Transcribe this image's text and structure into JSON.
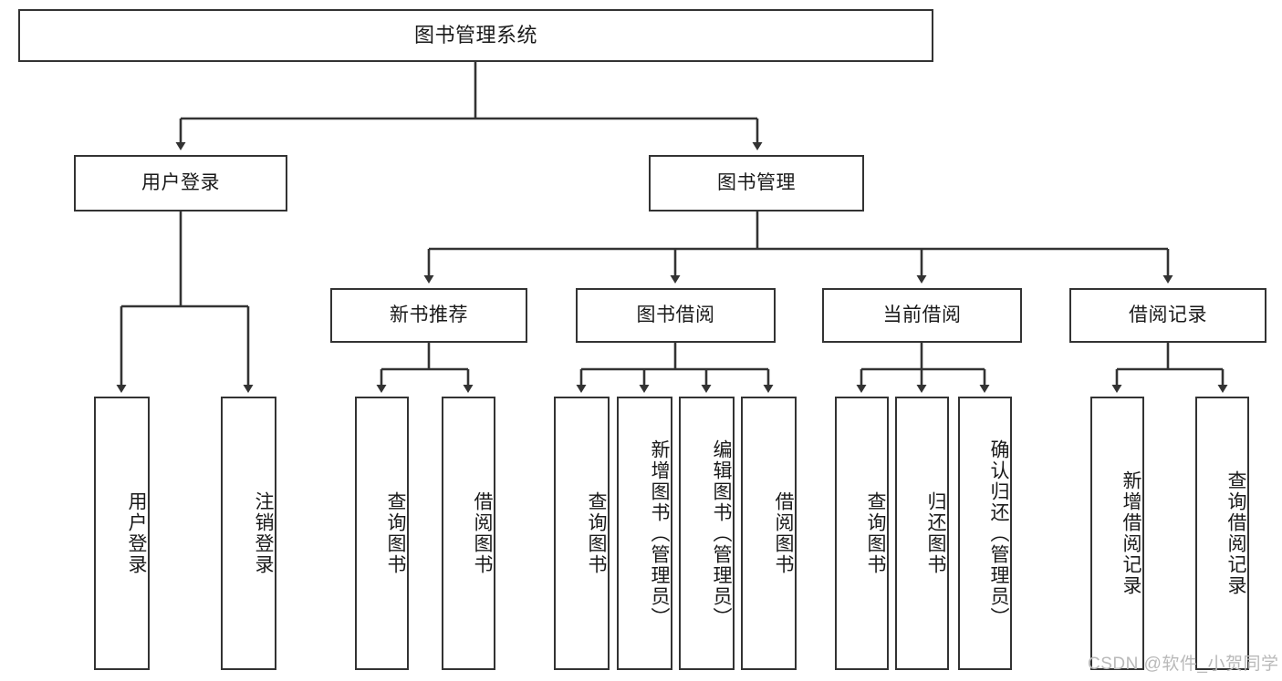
{
  "diagram": {
    "title": "图书管理系统",
    "type": "function-structure-tree",
    "stroke_color": "#333333",
    "fill_color": "#ffffff",
    "text_color": "#1a1a1a",
    "watermark": "CSDN @软件_小贺同学",
    "watermark_color": "#b9b9b9"
  },
  "nodes": {
    "root": {
      "label": "图书管理系统"
    },
    "level2": [
      {
        "id": "user-login",
        "label": "用户登录"
      },
      {
        "id": "book-management",
        "label": "图书管理"
      }
    ],
    "level3": [
      {
        "id": "new-book-recommend",
        "label": "新书推荐"
      },
      {
        "id": "book-borrow",
        "label": "图书借阅"
      },
      {
        "id": "current-borrow",
        "label": "当前借阅"
      },
      {
        "id": "borrow-record",
        "label": "借阅记录"
      }
    ],
    "leaves": {
      "user_login": [
        {
          "id": "leaf-user-login",
          "label": "用户登录"
        },
        {
          "id": "leaf-logout-login",
          "label": "注销登录"
        }
      ],
      "new_book_recommend": [
        {
          "id": "leaf-query-book-1",
          "label": "查询图书"
        },
        {
          "id": "leaf-borrow-book-1",
          "label": "借阅图书"
        }
      ],
      "book_borrow": [
        {
          "id": "leaf-query-book-2",
          "label": "查询图书"
        },
        {
          "id": "leaf-add-book",
          "label": "新增图书（管理员）"
        },
        {
          "id": "leaf-edit-book",
          "label": "编辑图书（管理员）"
        },
        {
          "id": "leaf-borrow-book-2",
          "label": "借阅图书"
        }
      ],
      "current_borrow": [
        {
          "id": "leaf-query-book-3",
          "label": "查询图书"
        },
        {
          "id": "leaf-return-book",
          "label": "归还图书"
        },
        {
          "id": "leaf-confirm-return",
          "label": "确认归还（管理员）"
        }
      ],
      "borrow_record": [
        {
          "id": "leaf-add-borrow-record",
          "label": "新增借阅记录"
        },
        {
          "id": "leaf-query-borrow-record",
          "label": "查询借阅记录"
        }
      ]
    }
  }
}
